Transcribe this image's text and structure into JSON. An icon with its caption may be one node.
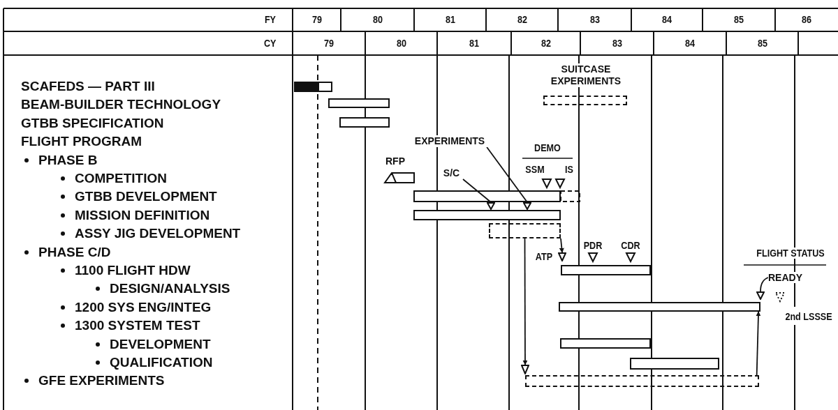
{
  "diagram": {
    "nodes": [
      {
        "text": [
          "SUITCASE EXPERIMENTS"
        ]
      },
      {
        "text": [],
        "shape": "bar"
      },
      {
        "text": [],
        "shape": "bar"
      },
      {
        "text": [],
        "shape": "bar"
      },
      {
        "text": [
          "EXPERIMENTS"
        ]
      },
      {
        "text": [
          "RFP"
        ]
      },
      {
        "text": [
          "S/C"
        ]
      },
      {
        "text": [],
        "shape": "bar"
      },
      {
        "text": [],
        "shape": "triangle"
      },
      {
        "text": [],
        "shape": "triangle"
      },
      {
        "text": [],
        "shape": "bar"
      },
      {
        "text": [],
        "shape": "bar"
      },
      {
        "text": [],
        "shape": "triangle"
      },
      {
        "text": [],
        "shape": "bar"
      },
      {
        "text": [
          "READY"
        ]
      },
      {
        "text": [],
        "shape": "triangle"
      },
      {
        "text": [],
        "shape": "bar"
      },
      {
        "text": [],
        "shape": "bar"
      },
      {
        "text": [],
        "shape": "bar"
      },
      {
        "text": [],
        "shape": "triangle"
      },
      {
        "text": [],
        "shape": "bar"
      },
      {
        "text": [],
        "shape": "bar"
      }
    ],
    "edges": [
      {
        "from": 6,
        "to": 8,
        "arrow": "none"
      },
      {
        "from": 4,
        "to": 9,
        "arrow": "none"
      },
      {
        "from": 11,
        "to": 12,
        "arrow": "to"
      },
      {
        "from": 11,
        "to": 19,
        "arrow": "to"
      },
      {
        "from": 20,
        "to": 16,
        "arrow": "to"
      },
      {
        "from": 14,
        "to": 15,
        "arrow": "none"
      }
    ],
    "labels": [
      "FY",
      "79",
      "80",
      "81",
      "82",
      "83",
      "84",
      "85",
      "86",
      "CY",
      "79",
      "80",
      "81",
      "82",
      "83",
      "84",
      "85",
      "SCAFEDS — PART III",
      "BEAM-BUILDER TECHNOLOGY",
      "GTBB SPECIFICATION",
      "FLIGHT PROGRAM",
      "PHASE B",
      "COMPETITION",
      "GTBB DEVELOPMENT",
      "MISSION DEFINITION",
      "ASSY JIG DEVELOPMENT",
      "PHASE C/D",
      "1100 FLIGHT HDW",
      "DESIGN/ANALYSIS",
      "1200 SYS ENG/INTEG",
      "1300 SYSTEM TEST",
      "DEVELOPMENT",
      "QUALIFICATION",
      "GFE EXPERIMENTS",
      "DEMO",
      "SSM",
      "IS",
      "PDR",
      "CDR",
      "ATP",
      "FLIGHT STATUS",
      "2nd LSSSE"
    ]
  }
}
